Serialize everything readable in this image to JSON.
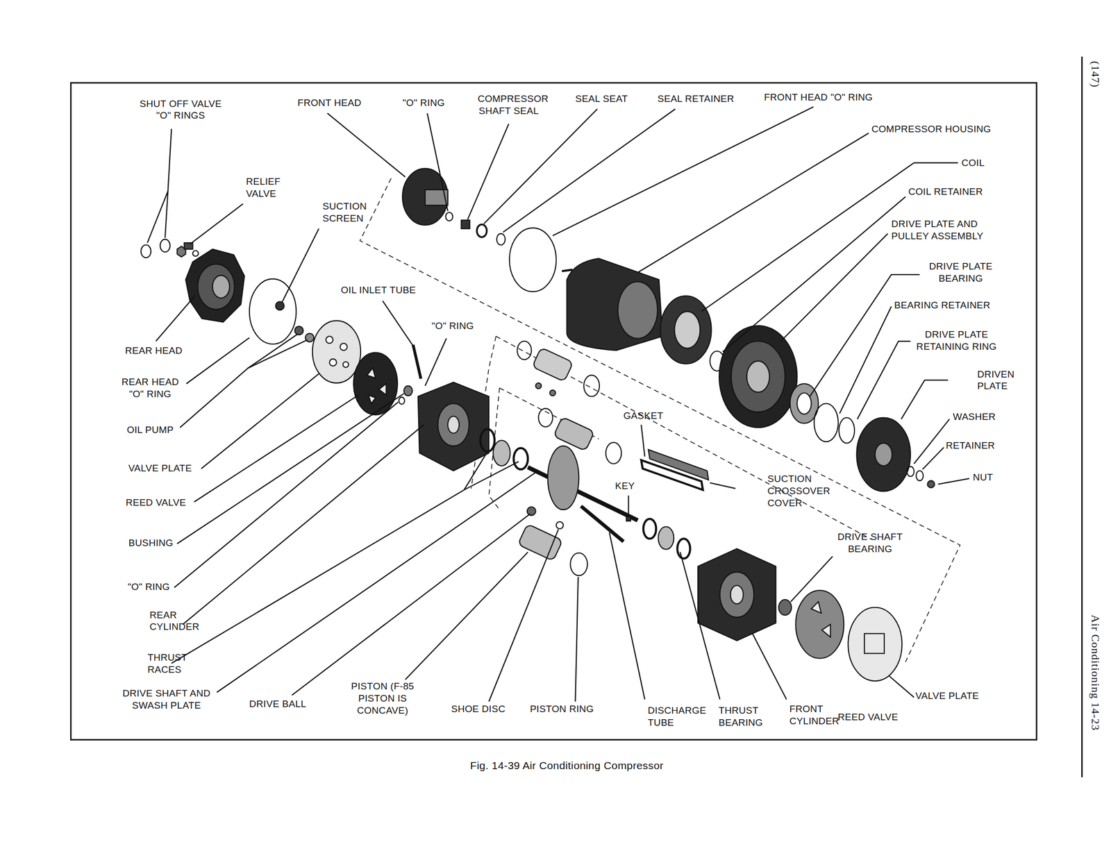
{
  "diagram": {
    "caption": "Fig. 14-39 Air Conditioning Compressor",
    "labels": [
      "SHUT OFF VALVE \"O\" RINGS",
      "FRONT HEAD",
      "\"O\" RING",
      "COMPRESSOR SHAFT SEAL",
      "SEAL SEAT",
      "SEAL RETAINER",
      "FRONT HEAD \"O\" RING",
      "COMPRESSOR HOUSING",
      "COIL",
      "COIL RETAINER",
      "DRIVE PLATE AND PULLEY ASSEMBLY",
      "RELIEF VALVE",
      "SUCTION SCREEN",
      "DRIVE PLATE BEARING",
      "OIL INLET TUBE",
      "BEARING RETAINER",
      "\"O\" RING",
      "DRIVE PLATE RETAINING RING",
      "DRIVEN PLATE",
      "REAR HEAD",
      "GASKET",
      "WASHER",
      "REAR HEAD \"O\" RING",
      "RETAINER",
      "OIL PUMP",
      "NUT",
      "SUCTION CROSSOVER COVER",
      "KEY",
      "VALVE PLATE",
      "REED VALVE",
      "DRIVE SHAFT BEARING",
      "BUSHING",
      "\"O\" RING",
      "REAR CYLINDER",
      "THRUST RACES",
      "DRIVE SHAFT AND SWASH PLATE",
      "DRIVE BALL",
      "PISTON (F-85 PISTON IS CONCAVE)",
      "SHOE DISC",
      "PISTON RING",
      "DISCHARGE TUBE",
      "THRUST BEARING",
      "FRONT CYLINDER",
      "REED VALVE",
      "VALVE PLATE",
      "(147)",
      "Air Conditioning 14-23"
    ]
  }
}
